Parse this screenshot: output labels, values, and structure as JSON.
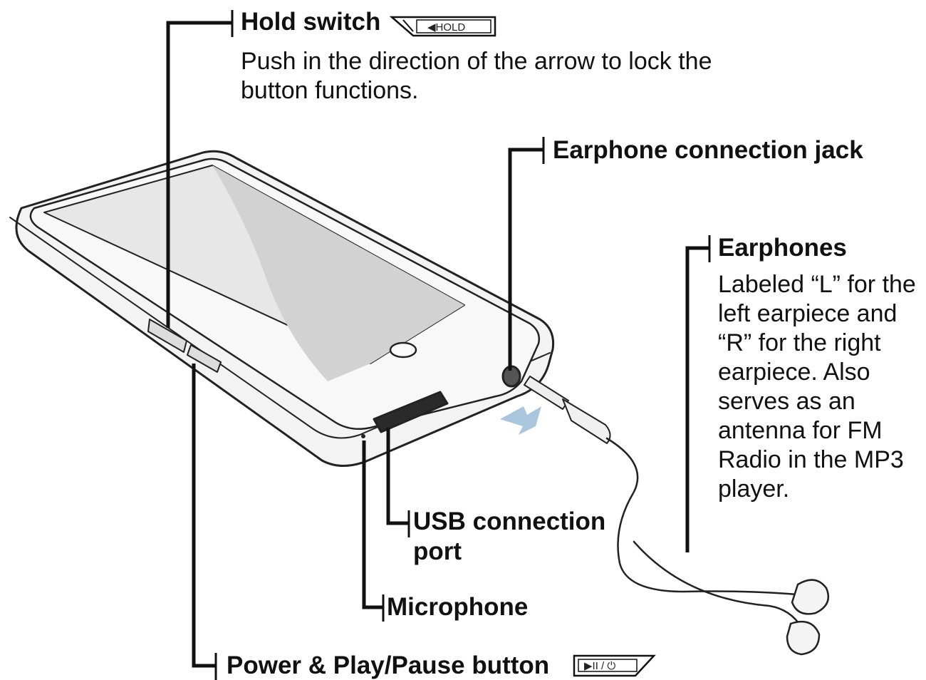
{
  "labels": {
    "hold_switch": "Hold switch",
    "hold_switch_desc": "Push in the direction of the arrow to lock the button functions.",
    "earphone_jack": "Earphone connection jack",
    "earphones": "Earphones",
    "earphones_desc": "Labeled “L” for the left earpiece and “R” for the right earpiece. Also serves as an antenna for FM Radio in the MP3 player.",
    "usb_port": "USB  connection\nport",
    "microphone": "Microphone",
    "power_button": "Power & Play/Pause button"
  },
  "icons": {
    "hold_badge": "◀HOLD",
    "power_badge": "▶II / ⏻"
  }
}
